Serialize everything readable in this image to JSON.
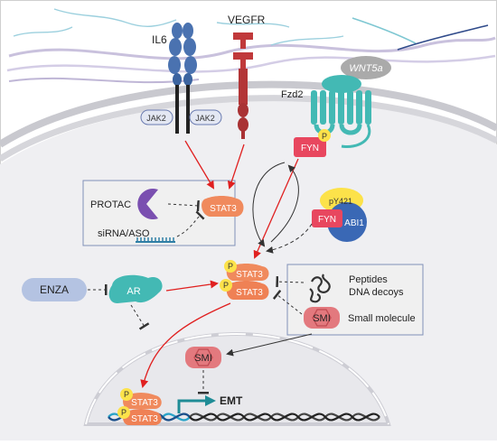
{
  "labels": {
    "il6": "IL6",
    "vegfr": "VEGFR",
    "wnt5a": "WNT5a",
    "fzd2": "Fzd2",
    "jak2_left": "JAK2",
    "jak2_right": "JAK2",
    "fyn": "FYN",
    "fyn_complex": "FYN",
    "p": "P",
    "py421": "pY421",
    "abi1": "ABI1",
    "stat3": "STAT3",
    "protac": "PROTAC",
    "sirna": "siRNA/ASO",
    "enza": "ENZA",
    "ar": "AR",
    "pstat3_top": "STAT3",
    "pstat3_bottom": "STAT3",
    "peptides": "Peptides",
    "dna_decoys": "DNA decoys",
    "smi": "SMI",
    "small_molecule": "Small molecule",
    "smi_nucleus": "SMI",
    "nuc_stat3_top": "STAT3",
    "nuc_stat3_bottom": "STAT3",
    "emt": "EMT"
  },
  "colors": {
    "stat3": "#f08a5d",
    "phospho": "#fce24a",
    "fyn": "#e8475f",
    "abi1": "#3a68b5",
    "il6": "#4a72b0",
    "vegfr": "#c0393b",
    "fzd2": "#43b9b4",
    "wnt5a": "#aaaaaa",
    "ar": "#43b9b4",
    "enza": "#b4c3e2",
    "protac": "#7a4fb0",
    "activation_arrow": "#e02020",
    "nucleus": "#e8e8ec",
    "cytoplasm": "#efeff2",
    "emt_arrow": "#1f8c96",
    "inhibitor_box": "#f0f0f0"
  }
}
